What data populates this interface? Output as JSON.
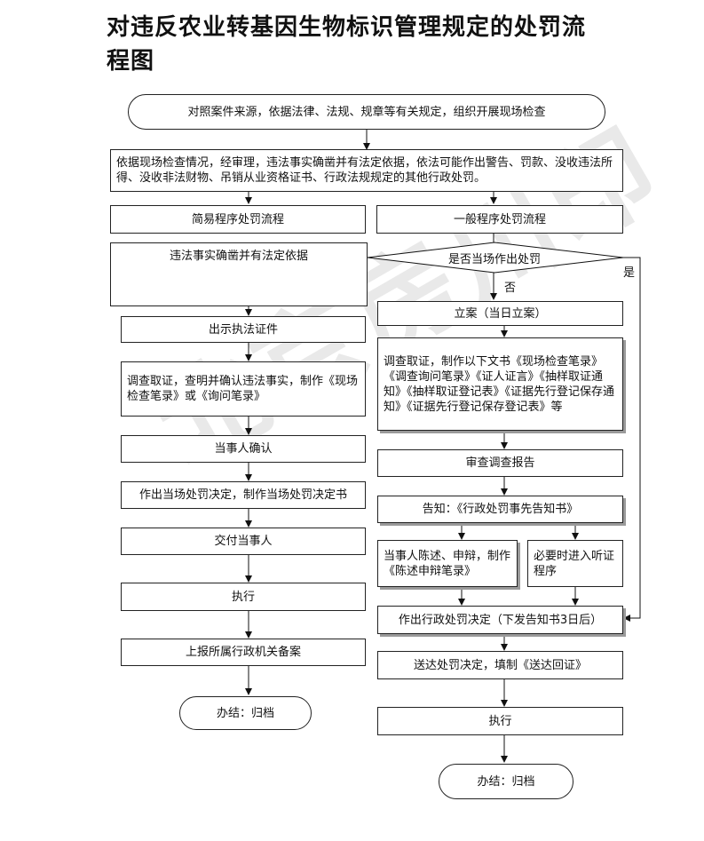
{
  "title": "对违反农业转基因生物标识管理规定的处罚流程图",
  "watermark": "北京房川印",
  "nodes": {
    "start": "对照案件来源，依据法律、法规、规章等有关规定，组织开展现场检查",
    "judge": "依据现场检查情况，经审理，违法事实确凿并有法定依据，依法可能作出警告、罚款、没收违法所得、没收非法财物、吊销从业资格证书、行政法规规定的其他行政处罚。",
    "simple_flow": "简易程序处罚流程",
    "general_flow": "一般程序处罚流程",
    "simple_cond": "违法事实确凿并有法定依据",
    "show_id": "出示执法证件",
    "simple_investigate": "调查取证，查明并确认违法事实，制作《现场检查笔录》或《询问笔录》",
    "party_confirm": "当事人确认",
    "onsite_decision": "作出当场处罚决定，制作当场处罚决定书",
    "deliver_party": "交付当事人",
    "simple_execute": "执行",
    "report_record": "上报所属行政机关备案",
    "simple_end": "办结：归档",
    "decision_q": "是否当场作出处罚",
    "yes": "是",
    "no": "否",
    "file_case": "立案（当日立案）",
    "gen_investigate": "调查取证，制作以下文书《现场检查笔录》《调查询问笔录》《证人证言》《抽样取证通知》《抽样取证登记表》《证据先行登记保存通知》《证据先行登记保存登记表》等",
    "review_report": "审查调查报告",
    "notify": "告知：《行政处罚事先告知书》",
    "statement": "当事人陈述、申辩，制作《陈述申辩笔录》",
    "hearing": "必要时进入听证程序",
    "gen_decision": "作出行政处罚决定（下发告知书3日后）",
    "serve_decision": "送达处罚决定，填制《送达回证》",
    "gen_execute": "执行",
    "gen_end": "办结：归档"
  }
}
